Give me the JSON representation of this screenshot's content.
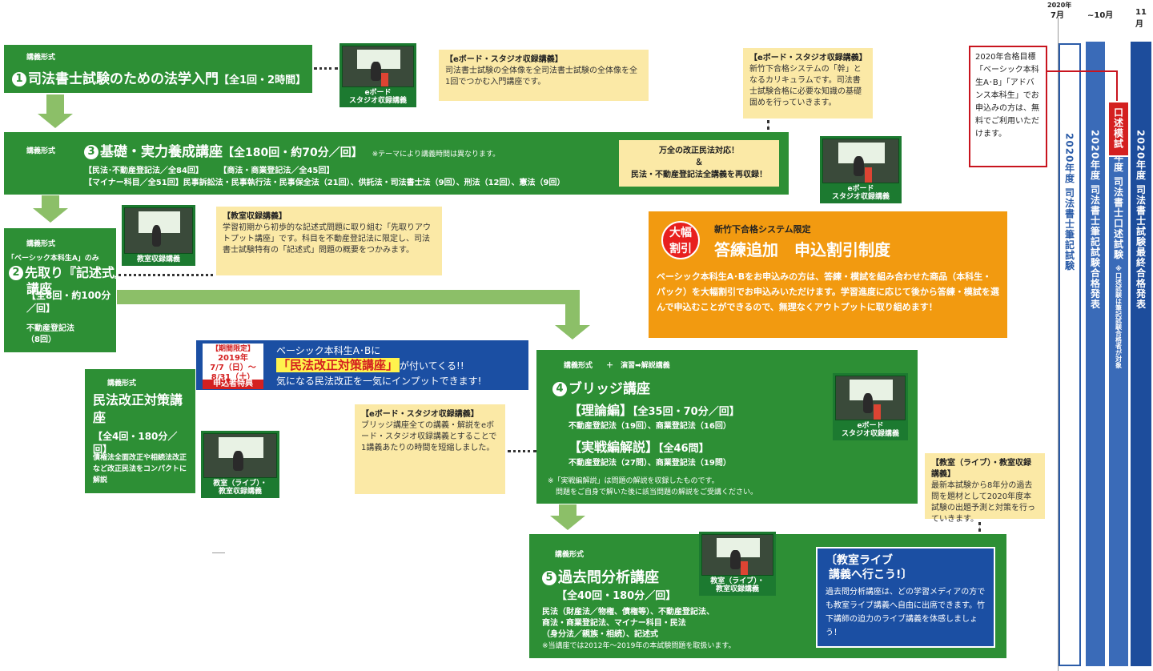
{
  "timeline": {
    "year_top": "2020年",
    "headers": [
      "7月",
      "~10月",
      "11月"
    ],
    "bars": [
      {
        "label": "2020年度 司法書士筆記試験"
      },
      {
        "label": "2020年度 司法書士筆記試験合格発表"
      },
      {
        "label": "2020年度 司法書士口述試験",
        "sub": "※口述試験は筆記試験合格者が対象"
      },
      {
        "label": "2020年度 司法書士試験最終合格発表"
      }
    ],
    "oral_mock": "口述模試",
    "oral_note": "2020年合格目標「ベーシック本科生A･B」「アドバンス本科生」でお申込みの方は、無料でご利用いただけます。"
  },
  "course1": {
    "format": "講義形式",
    "num": "1",
    "title": "司法書士試験のための法学入門",
    "detail": "【全1回・2時間】",
    "thumb_caption": [
      "eボード",
      "スタジオ収録講義"
    ],
    "note_title": "【eボード・スタジオ収録講義】",
    "note_text": "司法書士試験の全体像を全司法書士試験の全体像を全1回でつかむ入門講座です。"
  },
  "course3": {
    "format": "講義形式",
    "num": "3",
    "title": "基礎・実力養成講座",
    "detail": "【全180回・約70分／回】",
    "remark": "※テーマにより講義時間は異なります。",
    "subjects_line1a": "【民法･不動産登記法／全84回】",
    "subjects_line1b": "【商法・商業登記法／全45回】",
    "subjects_line2": "【マイナー科目／全51回】民事訴訟法・民事執行法・民事保全法（21回）、供託法・司法書士法（9回）、刑法（12回）、憲法（9回）",
    "callout_line1": "万全の改正民法対応！",
    "callout_line2": "＆",
    "callout_line3": "民法・不動産登記法全講義を再収録！",
    "thumb_caption": [
      "eボード",
      "スタジオ収録講義"
    ],
    "note_title": "【eボード・スタジオ収録講義】",
    "note_text": "新竹下合格システムの「幹」となるカリキュラムです。司法書士試験合格に必要な知識の基礎固めを行っていきます。"
  },
  "course2": {
    "format": "講義形式",
    "limit": "「ベーシック本科生A」のみ",
    "num": "2",
    "title_a": "先取り",
    "title_b": "『記述式』",
    "title_c": "講座",
    "detail": "【全8回・約100分／回】",
    "subject": "不動産登記法",
    "count": "（8回）",
    "thumb_caption": [
      "教室収録講義"
    ],
    "note_title": "【教室収録講義】",
    "note_text": "学習初期から初歩的な記述式問題に取り組む「先取りアウトプット講座」です。科目を不動産登記法に限定し、司法書士試験特有の「記述式」問題の概要をつかみます。"
  },
  "discount": {
    "badge": [
      "大幅",
      "割引"
    ],
    "pre": "新竹下合格システム限定",
    "title": "答練追加　申込割引制度",
    "text": "ベーシック本科生A･Bをお申込みの方は、答練・模試を組み合わせた商品（本科生・パック）を大幅割引でお申込みいただけます。学習進度に応じて後から答練・模試を選んで申込むことができるので、無理なくアウトプットに取り組めます！"
  },
  "promo": {
    "period_label": "【期間限定】",
    "period_year": "2019年",
    "period_from": "7/7（日）～",
    "period_to": "8/31（土）",
    "period_tag": "申込者特典",
    "line1": "ベーシック本科生A･Bに",
    "line2_hl": "「民法改正対策講座」",
    "line2_rest": "が付いてくる!!",
    "line3": "気になる民法改正を一気にインプットできます!"
  },
  "civil": {
    "format": "講義形式",
    "title": "民法改正対策講座",
    "detail": "【全4回・180分／回】",
    "desc": "債権法全面改正や相続法改正など改正民法をコンパクトに解説",
    "thumb_caption": [
      "教室（ライブ）・",
      "教室収録講義"
    ]
  },
  "course4": {
    "format": "講義形式",
    "plus": "＋　演習➡解説講義",
    "num": "4",
    "title": "ブリッジ講座",
    "theory": "【理論編】",
    "theory_detail": "【全35回・70分／回】",
    "theory_subjects": "不動産登記法（19回）、商業登記法（16回）",
    "practice": "【実戦編解説】",
    "practice_detail": "【全46問】",
    "practice_subjects": "不動産登記法（27問）、商業登記法（19問）",
    "remark1": "※「実戦編解説」は問題の解説を収録したものです。",
    "remark2": "問題をご自身で解いた後に該当問題の解説をご受講ください。",
    "thumb_caption": [
      "eボード",
      "スタジオ収録講義"
    ],
    "note_title": "【eボード・スタジオ収録講義】",
    "note_text": "ブリッジ講座全ての講義・解説をeボード・スタジオ収録講義とすることで1講義あたりの時間を短縮しました。"
  },
  "course5": {
    "format": "講義形式",
    "num": "5",
    "title": "過去問分析講座",
    "detail": "【全40回・180分／回】",
    "subjects1": "民法（財産法／物権、債権等）、不動産登記法、",
    "subjects2": "商法・商業登記法、マイナー科目・民法",
    "subjects3": "（身分法／親族・相続）、記述式",
    "remark": "※当講座では2012年～2019年の本試験問題を取扱います。",
    "thumb_caption": [
      "教室（ライブ）・",
      "教室収録講義"
    ],
    "note_title": "【教室（ライブ）・教室収録講義】",
    "note_text": "最新本試験から8年分の過去問を題材として2020年度本試験の出題予測と対策を行っていきます。",
    "live_title1": "〔教室ライブ",
    "live_title2": "講義へ行こう!〕",
    "live_text": "過去問分析講座は、どの学習メディアの方でも教室ライブ講義へ自由に出席できます。竹下講師の迫力のライブ講義を体感しましょう！"
  }
}
